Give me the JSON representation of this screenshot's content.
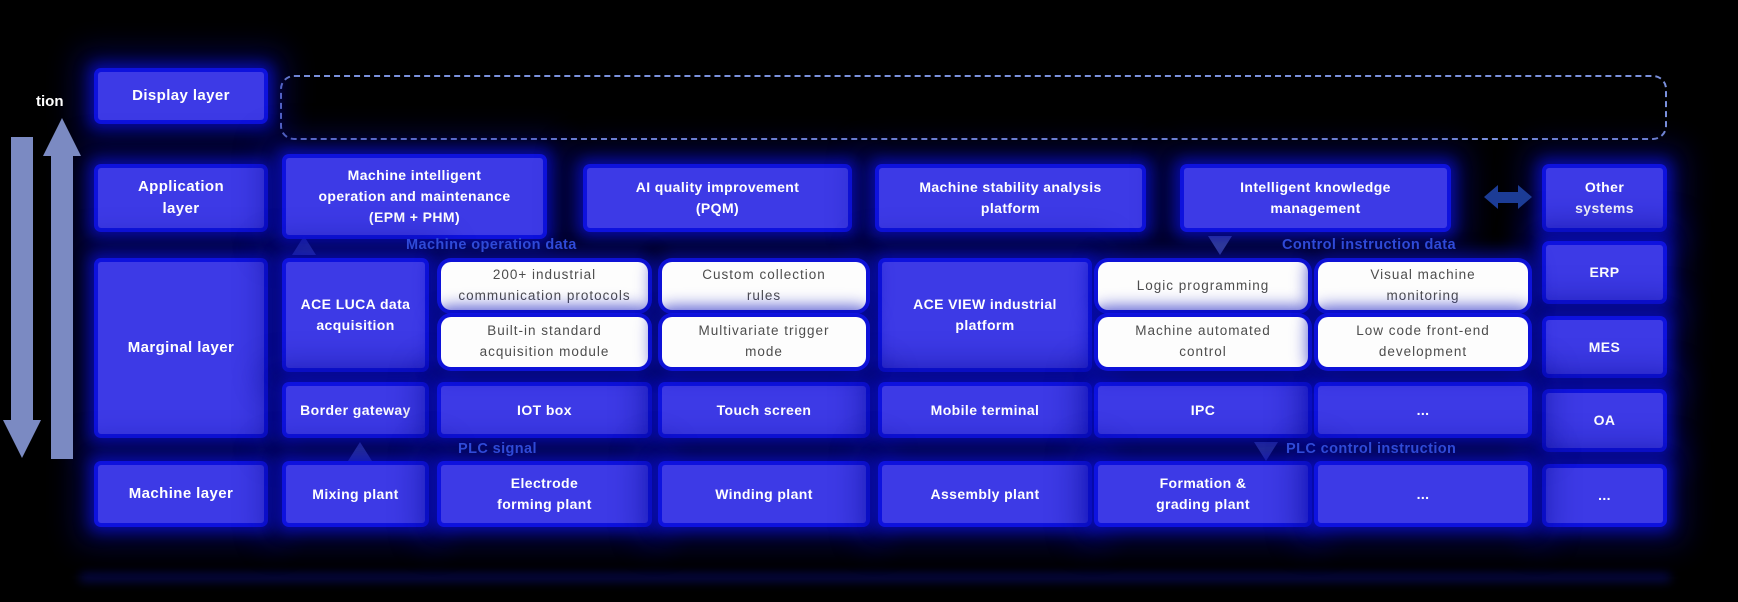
{
  "diagram": {
    "clipped_left_label": "tion",
    "layer_column": {
      "display": "Display layer",
      "application": "Application\nlayer",
      "marginal": "Marginal layer",
      "machine": "Machine layer"
    },
    "application_row": {
      "epm": "Machine intelligent\noperation and maintenance\n(EPM + PHM)",
      "pqm": "AI quality improvement\n(PQM)",
      "stability": "Machine stability analysis\nplatform",
      "knowledge": "Intelligent knowledge\nmanagement"
    },
    "data_band": {
      "left": "Machine operation data",
      "right": "Control instruction data"
    },
    "marginal_row": {
      "ace_luca": "ACE LUCA data\nacquisition",
      "luca_features": [
        "200+ industrial\ncommunication protocols",
        "Built-in standard\nacquisition module",
        "Custom collection\nrules",
        "Multivariate trigger\nmode"
      ],
      "ace_view": "ACE VIEW industrial\nplatform",
      "view_features": [
        "Logic programming",
        "Machine automated\ncontrol",
        "Visual machine\nmonitoring",
        "Low code front-end\ndevelopment"
      ]
    },
    "device_row": [
      "Border gateway",
      "IOT box",
      "Touch screen",
      "Mobile terminal",
      "IPC",
      "..."
    ],
    "plc_band": {
      "left": "PLC signal",
      "right": "PLC control instruction"
    },
    "machine_row": [
      "Mixing plant",
      "Electrode\nforming plant",
      "Winding plant",
      "Assembly plant",
      "Formation &\ngrading plant",
      "..."
    ],
    "right_column": {
      "header": "Other\nsystems",
      "items": [
        "ERP",
        "MES",
        "OA",
        "..."
      ]
    },
    "colors": {
      "box_blue": "#3d3ae6",
      "glow_blue": "#0a11d8",
      "white_box_bg": "#fdfdfd",
      "white_box_text": "#4d4d4d",
      "band_label_blue": "#2f4ad8",
      "dashed_border": "#7a90dc",
      "rail_arrow": "#7b8ac2"
    }
  }
}
